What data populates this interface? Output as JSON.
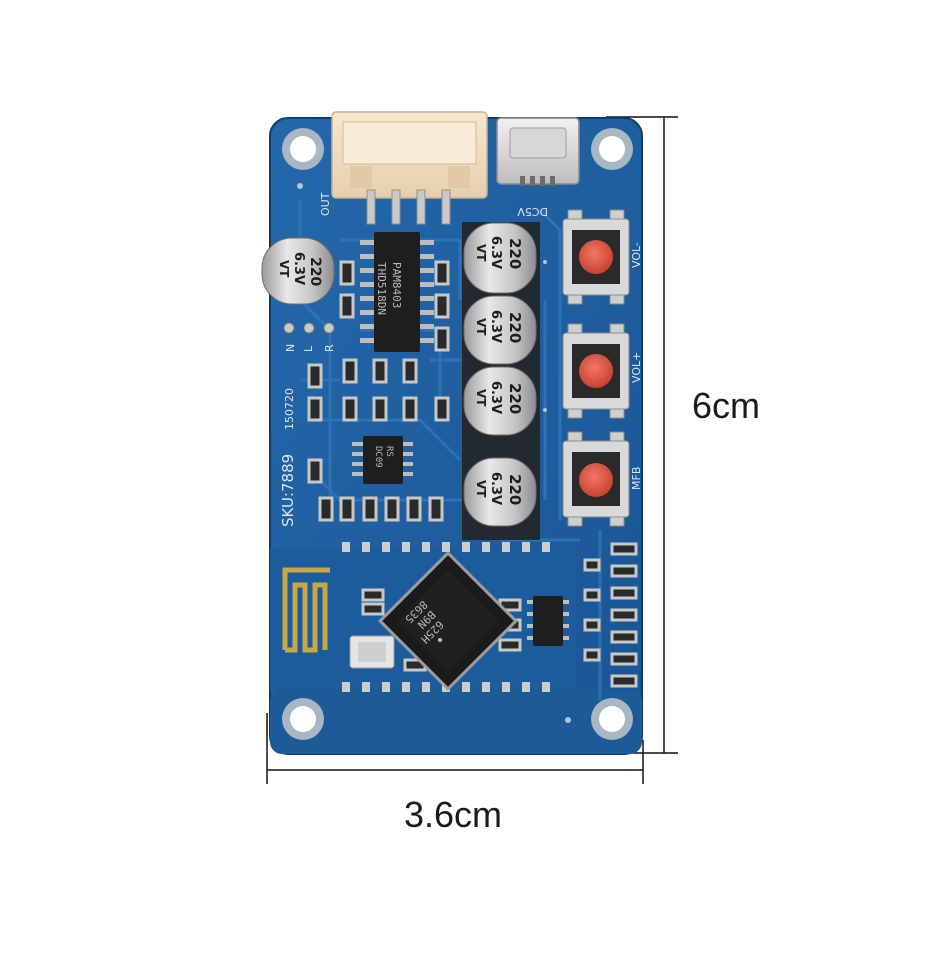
{
  "dimensions": {
    "width_label": "3.6cm",
    "height_label": "6cm"
  },
  "board": {
    "colors": {
      "pcb": "#1f5f9f",
      "pcb_dark": "#123f6e",
      "trace": "#2a6fb2",
      "pad": "#c9c9c9",
      "button_red": "#e45a4a",
      "connector": "#efdcc0"
    },
    "silkscreen": {
      "out": "OUT",
      "dc5v": "DC5V",
      "sku": "SKU:7889",
      "date": "150720",
      "vol_minus": "VOL-",
      "vol_plus": "VOL+",
      "mfb": "MFB",
      "n": "N",
      "l": "L",
      "r": "R"
    },
    "chips": {
      "amp_line1": "PAM8403",
      "amp_line2": "THD518DN",
      "bt_line1": "8635",
      "bt_line2": "B9N",
      "bt_line3": "625H",
      "small_line1": "RS",
      "small_line2": "DC09"
    },
    "capacitors": [
      {
        "value": "220",
        "voltage": "6.3V",
        "series": "VT"
      },
      {
        "value": "220",
        "voltage": "6.3V",
        "series": "VT"
      },
      {
        "value": "220",
        "voltage": "6.3V",
        "series": "VT"
      },
      {
        "value": "220",
        "voltage": "6.3V",
        "series": "VT"
      },
      {
        "value": "220",
        "voltage": "6.3V",
        "series": "VT"
      }
    ],
    "buttons": [
      "vol-minus",
      "vol-plus",
      "mfb"
    ]
  }
}
